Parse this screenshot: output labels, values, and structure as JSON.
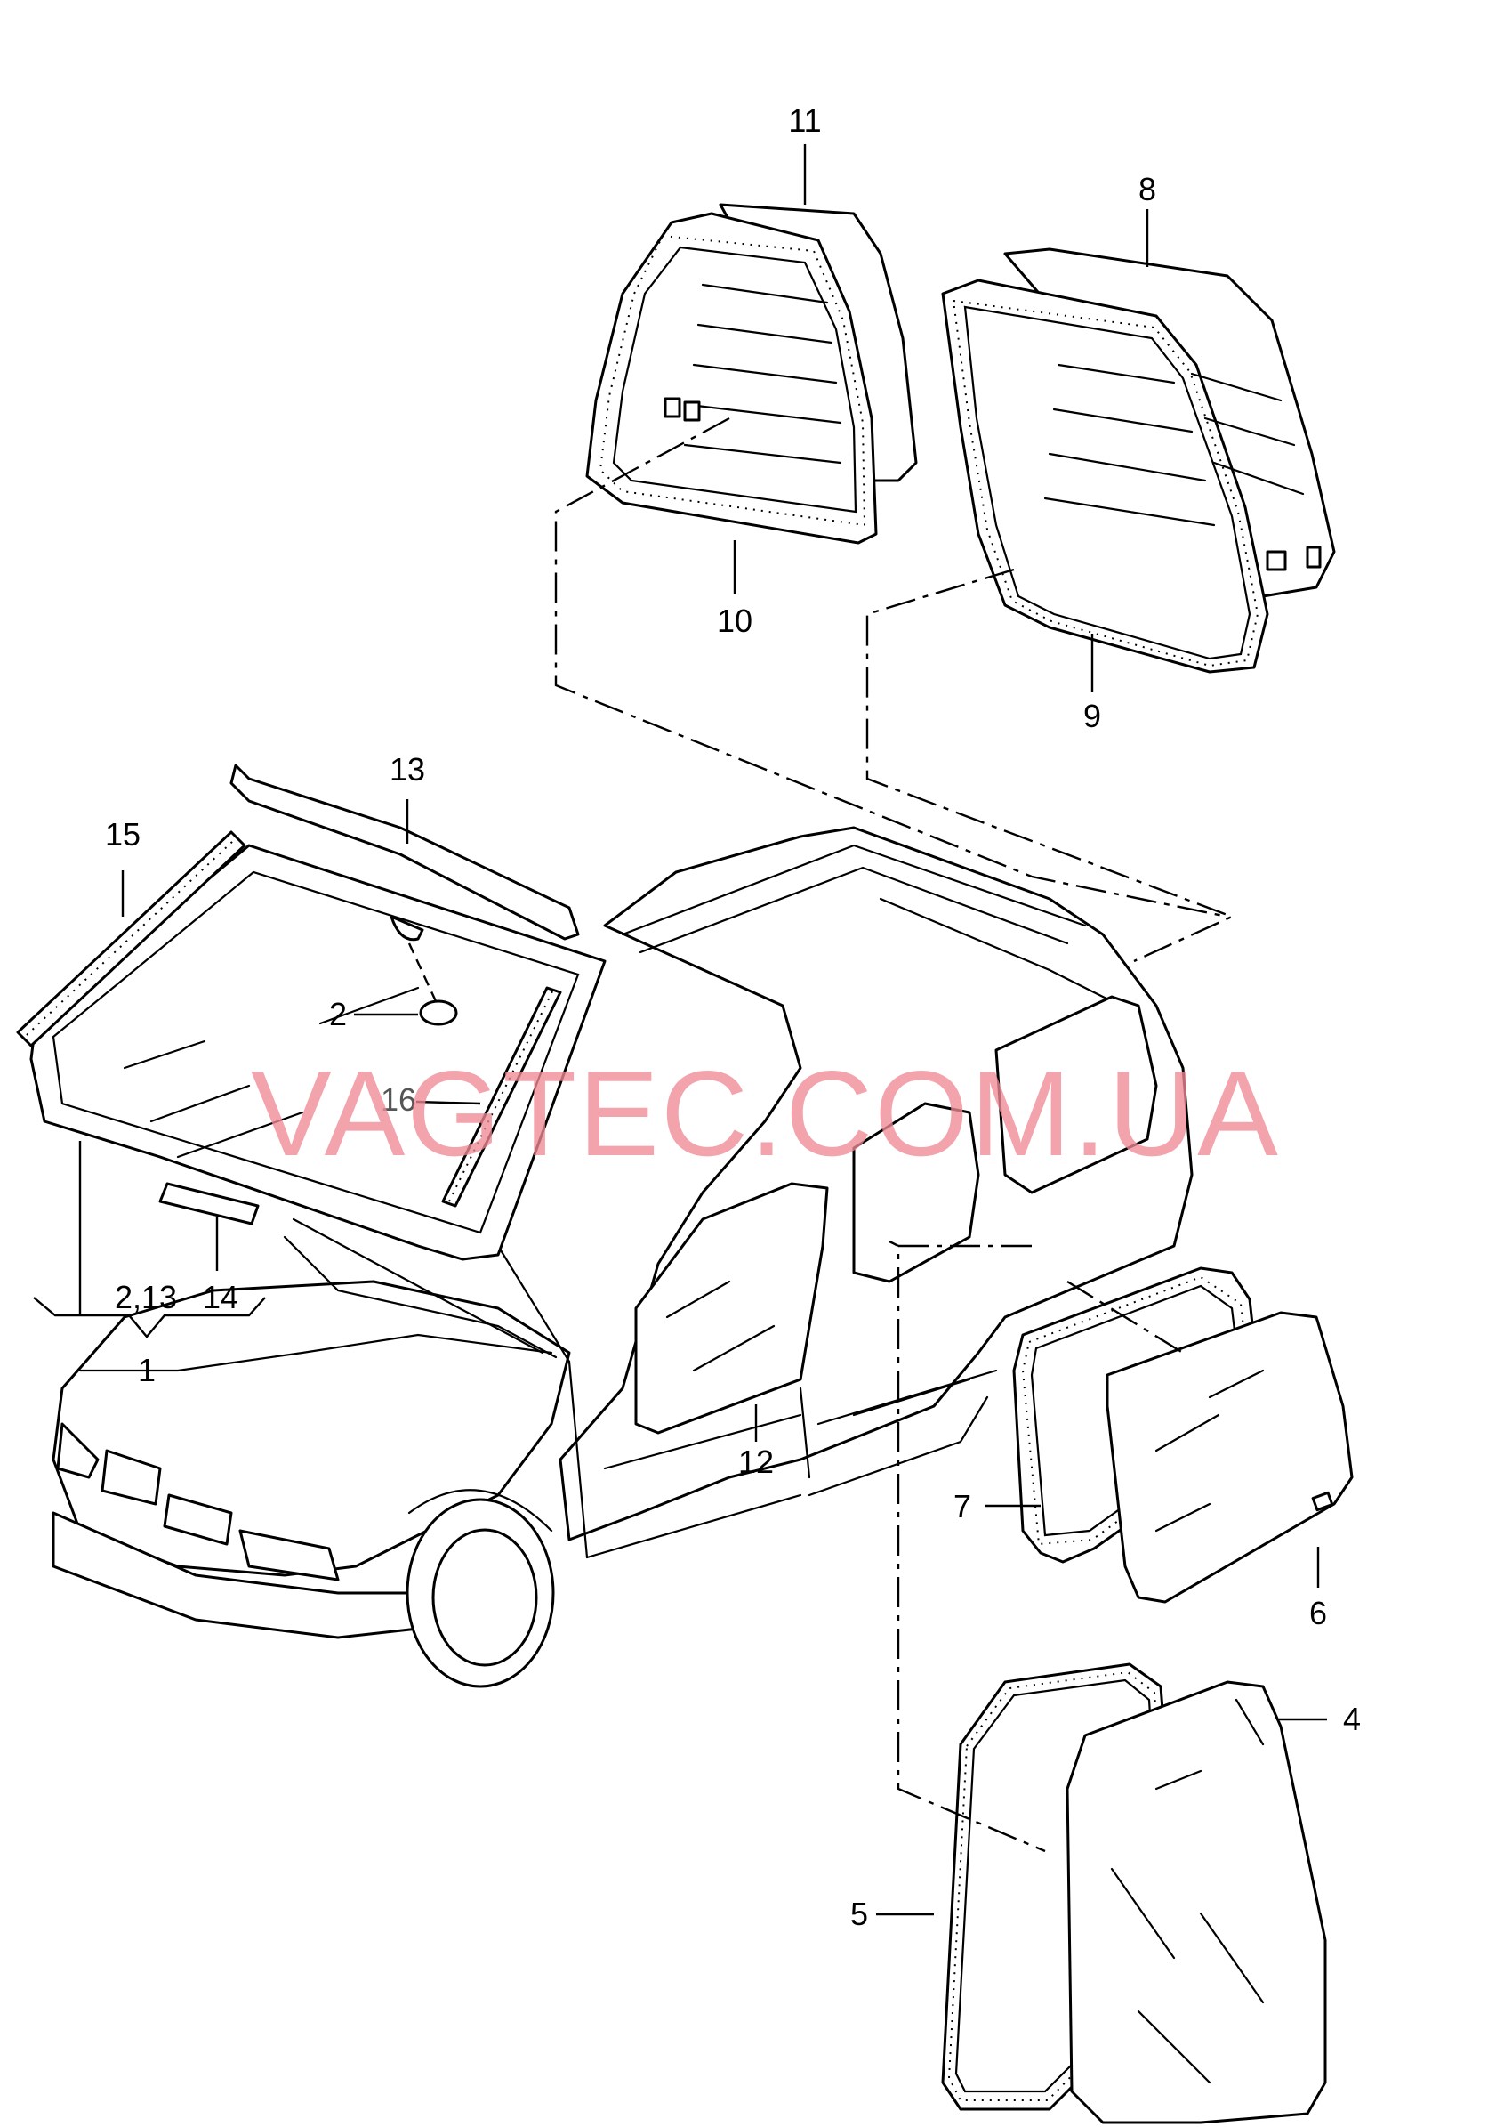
{
  "watermark": "VAGTEC.COM.UA",
  "watermark_color": "#f08a94",
  "callouts": {
    "c1": "1",
    "c2": "2",
    "c2_13": "2,13",
    "c4": "4",
    "c5": "5",
    "c6": "6",
    "c7": "7",
    "c8": "8",
    "c9": "9",
    "c10": "10",
    "c11": "11",
    "c12": "12",
    "c13": "13",
    "c14": "14",
    "c15": "15",
    "c16": "16"
  }
}
